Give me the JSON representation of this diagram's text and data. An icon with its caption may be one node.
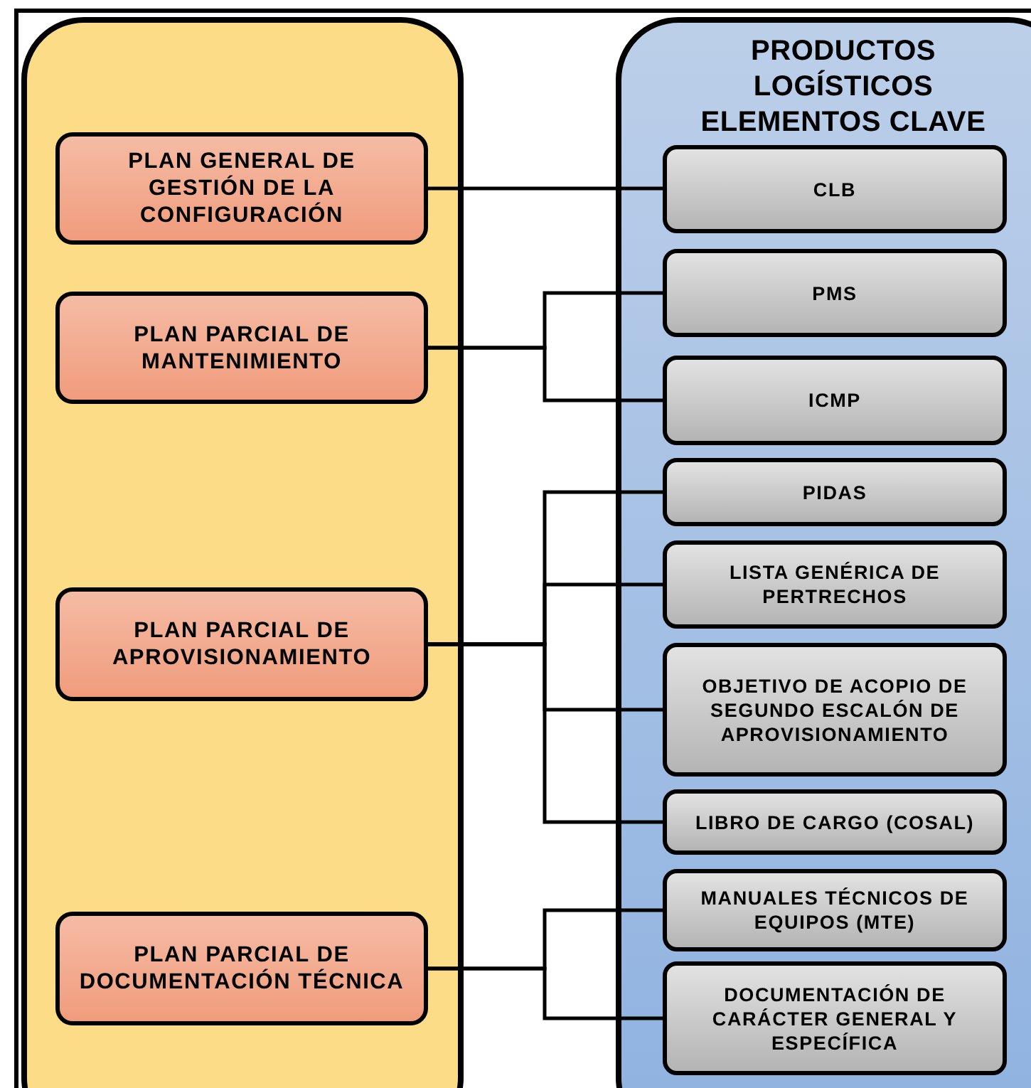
{
  "diagram": {
    "nodes": [
      {
        "text": [],
        "shape": "box"
      },
      {
        "text": [
          "PRODUCTOS LOGÍSTICOS ELEMENTOS CLAVE"
        ]
      },
      {
        "text": [
          "PLAN GENERAL DE GESTIÓN DE LA CONFIGURACIÓN"
        ],
        "in": 0
      },
      {
        "text": [
          "PLAN PARCIAL DE MANTENIMIENTO"
        ],
        "in": 0
      },
      {
        "text": [
          "PLAN PARCIAL DE APROVISIONAMIENTO"
        ],
        "in": 0
      },
      {
        "text": [
          "PLAN PARCIAL DE DOCUMENTACIÓN TÉCNICA"
        ],
        "in": 0
      },
      {
        "text": [
          "CLB"
        ],
        "in": 1
      },
      {
        "text": [
          "PMS"
        ],
        "in": 1
      },
      {
        "text": [
          "ICMP"
        ],
        "in": 1
      },
      {
        "text": [
          "PIDAS"
        ],
        "in": 1
      },
      {
        "text": [
          "LISTA GENÉRICA DE PERTRECHOS"
        ],
        "in": 1
      },
      {
        "text": [
          "OBJETIVO DE ACOPIO DE SEGUNDO ESCALÓN DE APROVISIONAMIENTO"
        ],
        "in": 1
      },
      {
        "text": [
          "LIBRO DE CARGO (COSAL)"
        ],
        "in": 1
      },
      {
        "text": [
          "MANUALES TÉCNICOS DE EQUIPOS (MTE)"
        ],
        "in": 1
      },
      {
        "text": [
          "DOCUMENTACIÓN DE CARÁCTER GENERAL Y ESPECÍFICA"
        ],
        "in": 1
      }
    ],
    "edges": [
      {
        "from": 2,
        "to": 6,
        "arrow": "none"
      },
      {
        "from": 3,
        "to": 7,
        "arrow": "none"
      },
      {
        "from": 3,
        "to": 8,
        "arrow": "none"
      },
      {
        "from": 4,
        "to": 9,
        "arrow": "none"
      },
      {
        "from": 4,
        "to": 10,
        "arrow": "none"
      },
      {
        "from": 4,
        "to": 11,
        "arrow": "none"
      },
      {
        "from": 4,
        "to": 12,
        "arrow": "none"
      },
      {
        "from": 5,
        "to": 13,
        "arrow": "none"
      },
      {
        "from": 5,
        "to": 14,
        "arrow": "none"
      }
    ]
  }
}
